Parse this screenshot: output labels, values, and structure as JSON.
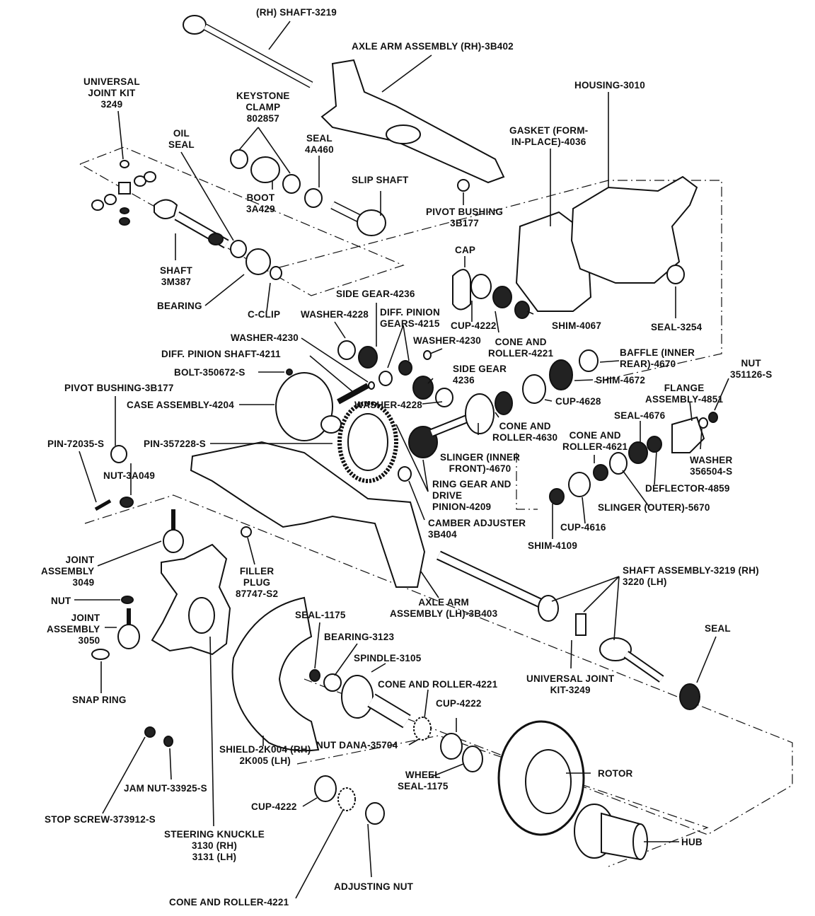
{
  "diagram": {
    "title": "Front Axle Exploded View",
    "labels": [
      {
        "id": "rh-shaft",
        "text": "(RH) SHAFT-3219"
      },
      {
        "id": "axle-arm-rh",
        "text": "AXLE ARM ASSEMBLY (RH)-3B402"
      },
      {
        "id": "u-joint-kit-top",
        "text": "UNIVERSAL\nJOINT KIT\n3249"
      },
      {
        "id": "keystone-clamp",
        "text": "KEYSTONE\nCLAMP\n802857"
      },
      {
        "id": "housing",
        "text": "HOUSING-3010"
      },
      {
        "id": "oil-seal",
        "text": "OIL\nSEAL"
      },
      {
        "id": "seal-4a460",
        "text": "SEAL\n4A460"
      },
      {
        "id": "gasket",
        "text": "GASKET (FORM-\nIN-PLACE)-4036"
      },
      {
        "id": "slip-shaft",
        "text": "SLIP SHAFT"
      },
      {
        "id": "boot",
        "text": "BOOT\n3A429"
      },
      {
        "id": "pivot-bushing-top",
        "text": "PIVOT BUSHING\n3B177"
      },
      {
        "id": "shaft-3m387",
        "text": "SHAFT\n3M387"
      },
      {
        "id": "cap",
        "text": "CAP"
      },
      {
        "id": "bearing",
        "text": "BEARING"
      },
      {
        "id": "c-clip",
        "text": "C-CLIP"
      },
      {
        "id": "side-gear-4236-top",
        "text": "SIDE GEAR-4236"
      },
      {
        "id": "washer-4228-top",
        "text": "WASHER-4228"
      },
      {
        "id": "diff-pinion-gears",
        "text": "DIFF. PINION\nGEARS-4215"
      },
      {
        "id": "cup-4222-top",
        "text": "CUP-4222"
      },
      {
        "id": "shim-4067",
        "text": "SHIM-4067"
      },
      {
        "id": "seal-3254",
        "text": "SEAL-3254"
      },
      {
        "id": "washer-4230-left",
        "text": "WASHER-4230"
      },
      {
        "id": "washer-4230-right",
        "text": "WASHER-4230"
      },
      {
        "id": "cone-roller-4221-top",
        "text": "CONE AND\nROLLER-4221"
      },
      {
        "id": "diff-pinion-shaft",
        "text": "DIFF. PINION SHAFT-4211"
      },
      {
        "id": "baffle",
        "text": "BAFFLE (INNER\nREAR)-4670"
      },
      {
        "id": "nut-351126",
        "text": "NUT\n351126-S"
      },
      {
        "id": "bolt",
        "text": "BOLT-350672-S"
      },
      {
        "id": "side-gear-4236-mid",
        "text": "SIDE GEAR\n4236"
      },
      {
        "id": "shim-4672",
        "text": "SHIM-4672"
      },
      {
        "id": "pivot-bushing-left",
        "text": "PIVOT BUSHING-3B177"
      },
      {
        "id": "flange-assembly",
        "text": "FLANGE\nASSEMBLY-4851"
      },
      {
        "id": "case-assembly",
        "text": "CASE ASSEMBLY-4204"
      },
      {
        "id": "washer-4228-mid",
        "text": "WASHER-4228"
      },
      {
        "id": "cup-4628",
        "text": "CUP-4628"
      },
      {
        "id": "seal-4676",
        "text": "SEAL-4676"
      },
      {
        "id": "cone-roller-4630",
        "text": "CONE AND\nROLLER-4630"
      },
      {
        "id": "cone-roller-4621",
        "text": "CONE AND\nROLLER-4621"
      },
      {
        "id": "pin-72035",
        "text": "PIN-72035-S"
      },
      {
        "id": "pin-357228",
        "text": "PIN-357228-S"
      },
      {
        "id": "slinger-inner-front",
        "text": "SLINGER (INNER\nFRONT)-4670"
      },
      {
        "id": "washer-356504",
        "text": "WASHER\n356504-S"
      },
      {
        "id": "nut-3a049",
        "text": "NUT-3A049"
      },
      {
        "id": "ring-gear",
        "text": "RING GEAR AND\nDRIVE\nPINION-4209"
      },
      {
        "id": "deflector",
        "text": "DEFLECTOR-4859"
      },
      {
        "id": "slinger-outer",
        "text": "SLINGER (OUTER)-5670"
      },
      {
        "id": "camber-adjuster",
        "text": "CAMBER ADJUSTER\n3B404"
      },
      {
        "id": "cup-4616",
        "text": "CUP-4616"
      },
      {
        "id": "shim-4109",
        "text": "SHIM-4109"
      },
      {
        "id": "joint-assembly-3049",
        "text": "JOINT\nASSEMBLY\n3049"
      },
      {
        "id": "filler-plug",
        "text": "FILLER\nPLUG\n87747-S2"
      },
      {
        "id": "shaft-assembly",
        "text": "SHAFT ASSEMBLY-3219 (RH)\n3220 (LH)"
      },
      {
        "id": "axle-arm-lh",
        "text": "AXLE ARM\nASSEMBLY (LH)-3B403"
      },
      {
        "id": "nut-left",
        "text": "NUT"
      },
      {
        "id": "seal-1175",
        "text": "SEAL-1175"
      },
      {
        "id": "joint-assembly-3050",
        "text": "JOINT\nASSEMBLY\n3050"
      },
      {
        "id": "bearing-3123",
        "text": "BEARING-3123"
      },
      {
        "id": "seal-right",
        "text": "SEAL"
      },
      {
        "id": "spindle",
        "text": "SPINDLE-3105"
      },
      {
        "id": "u-joint-kit-bottom",
        "text": "UNIVERSAL JOINT\nKIT-3249"
      },
      {
        "id": "cone-roller-4221-mid",
        "text": "CONE AND ROLLER-4221"
      },
      {
        "id": "snap-ring",
        "text": "SNAP RING"
      },
      {
        "id": "cup-4222-mid",
        "text": "CUP-4222"
      },
      {
        "id": "nut-dana",
        "text": "NUT DANA-35704"
      },
      {
        "id": "shield",
        "text": "SHIELD-2K004 (RH)\n2K005 (LH)"
      },
      {
        "id": "rotor",
        "text": "ROTOR"
      },
      {
        "id": "wheel-seal",
        "text": "WHEEL\nSEAL-1175"
      },
      {
        "id": "jam-nut",
        "text": "JAM NUT-33925-S"
      },
      {
        "id": "cup-4222-bottom",
        "text": "CUP-4222"
      },
      {
        "id": "stop-screw",
        "text": "STOP SCREW-373912-S"
      },
      {
        "id": "hub",
        "text": "HUB"
      },
      {
        "id": "steering-knuckle",
        "text": "STEERING KNUCKLE\n3130 (RH)\n3131 (LH)"
      },
      {
        "id": "adjusting-nut",
        "text": "ADJUSTING NUT"
      },
      {
        "id": "cone-roller-4221-bottom",
        "text": "CONE AND ROLLER-4221"
      }
    ]
  }
}
